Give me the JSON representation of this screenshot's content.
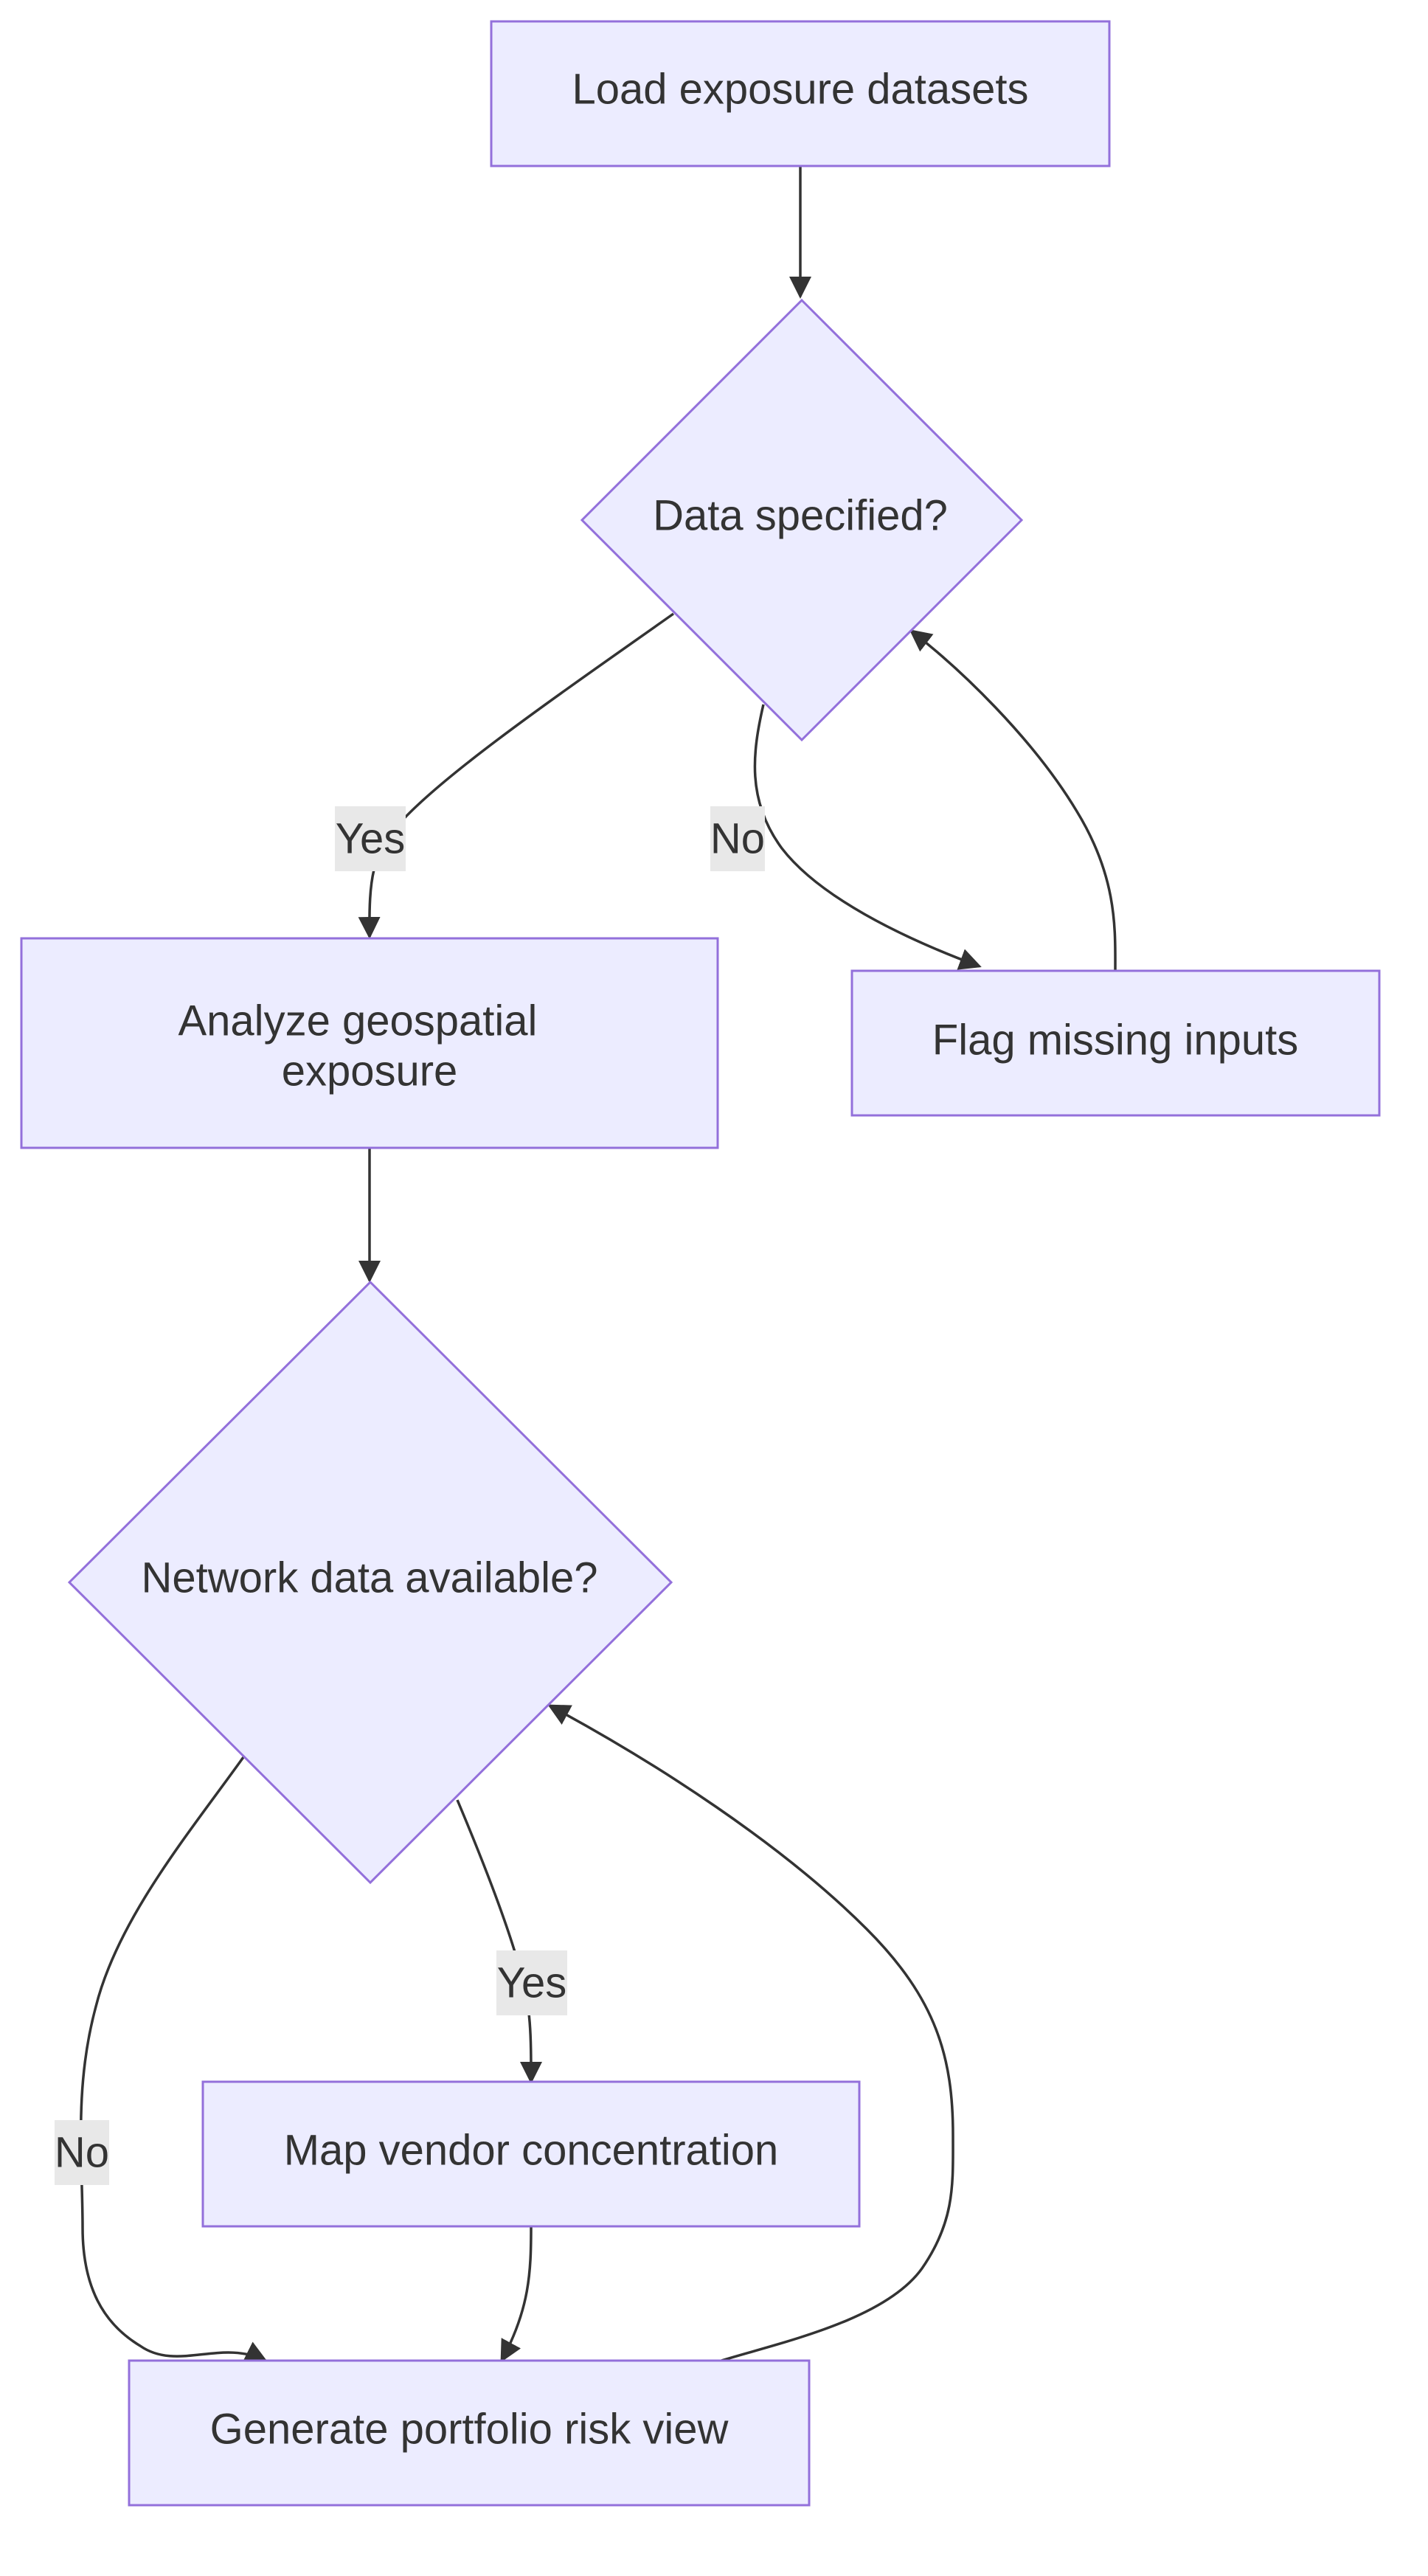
{
  "nodes": {
    "load": {
      "label": "Load exposure datasets"
    },
    "data_specified": {
      "label": "Data specified?"
    },
    "analyze": {
      "line1": "Analyze geospatial",
      "line2": "exposure"
    },
    "flag": {
      "label": "Flag missing inputs"
    },
    "network": {
      "label": "Network data available?"
    },
    "map_vendor": {
      "label": "Map vendor concentration"
    },
    "generate": {
      "label": "Generate portfolio risk view"
    }
  },
  "edges": {
    "data_yes": {
      "label": "Yes"
    },
    "data_no": {
      "label": "No"
    },
    "network_yes": {
      "label": "Yes"
    },
    "network_no": {
      "label": "No"
    }
  },
  "colors": {
    "node_fill": "#ececff",
    "node_stroke": "#9370db",
    "edge": "#333333",
    "edge_label_bg": "#e8e8e8",
    "text": "#333333"
  }
}
